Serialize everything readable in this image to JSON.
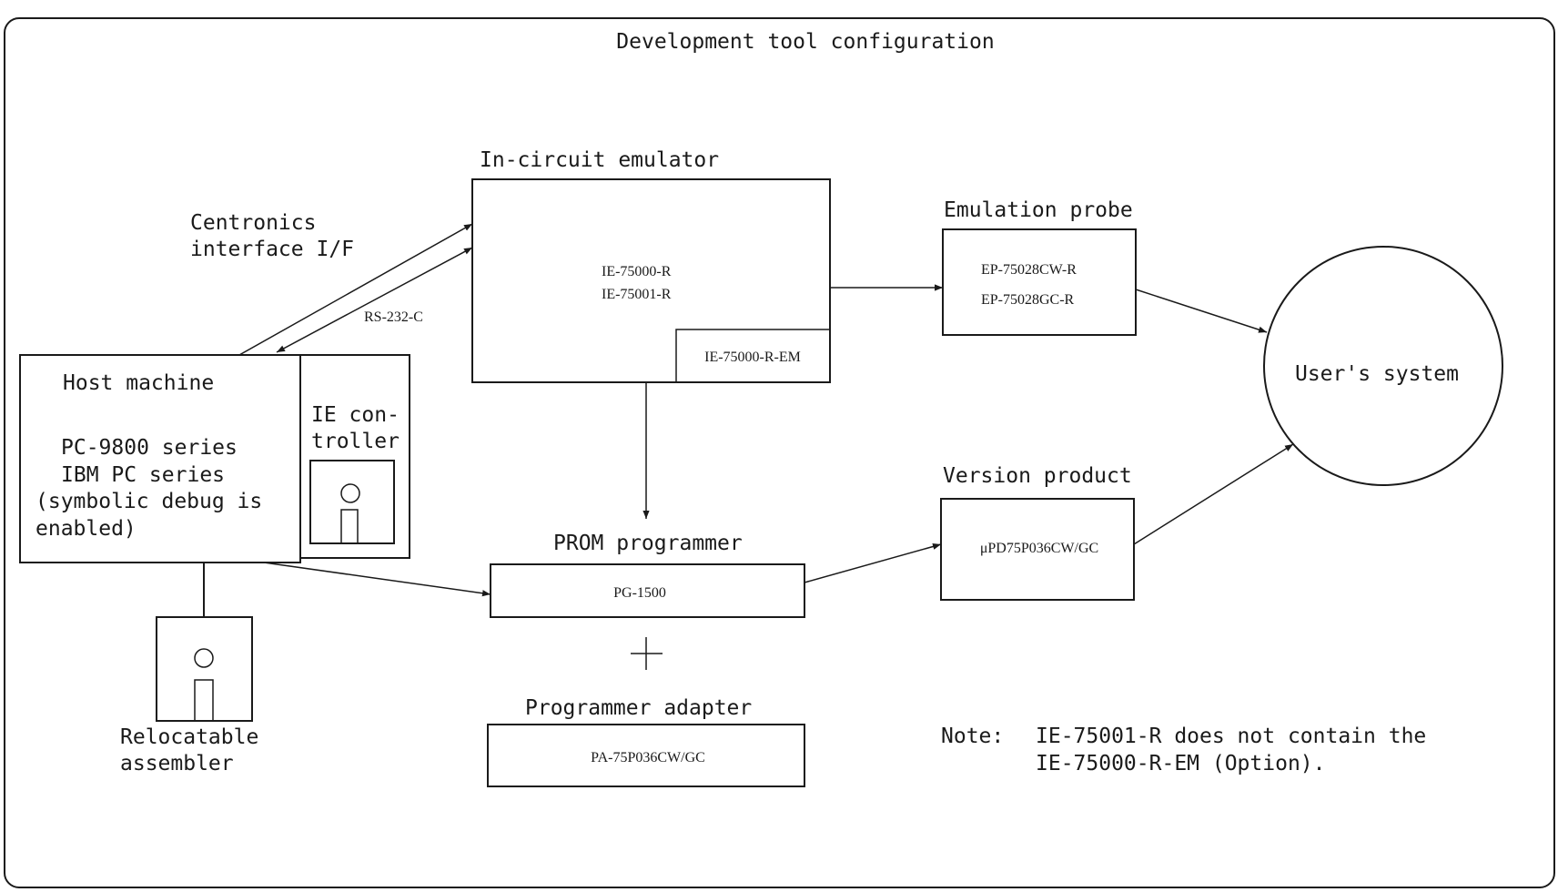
{
  "title": "Development tool configuration",
  "emulator": {
    "heading": "In-circuit emulator",
    "models": [
      "IE-75000-R",
      "IE-75001-R"
    ],
    "option_board": "IE-75000-R-EM"
  },
  "links": {
    "centronics": [
      "Centronics",
      "interface I/F"
    ],
    "rs232c": "RS-232-C"
  },
  "probe": {
    "heading": "Emulation probe",
    "models": [
      "EP-75028CW-R",
      "EP-75028GC-R"
    ]
  },
  "user_system": "User's system",
  "host": {
    "heading": "Host machine",
    "lines": [
      "PC-9800 series",
      "IBM PC series",
      "(symbolic debug is",
      "enabled)"
    ]
  },
  "ie_controller": [
    "IE con-",
    "troller"
  ],
  "assembler": [
    "Relocatable",
    "assembler"
  ],
  "version_product": {
    "heading": "Version product",
    "model": "μPD75P036CW/GC"
  },
  "prom_programmer": {
    "heading": "PROM programmer",
    "model": "PG-1500"
  },
  "programmer_adapter": {
    "heading": "Programmer adapter",
    "model": "PA-75P036CW/GC"
  },
  "note": {
    "label": "Note:",
    "lines": [
      "IE-75001-R does not contain the",
      "IE-75000-R-EM (Option)."
    ]
  }
}
